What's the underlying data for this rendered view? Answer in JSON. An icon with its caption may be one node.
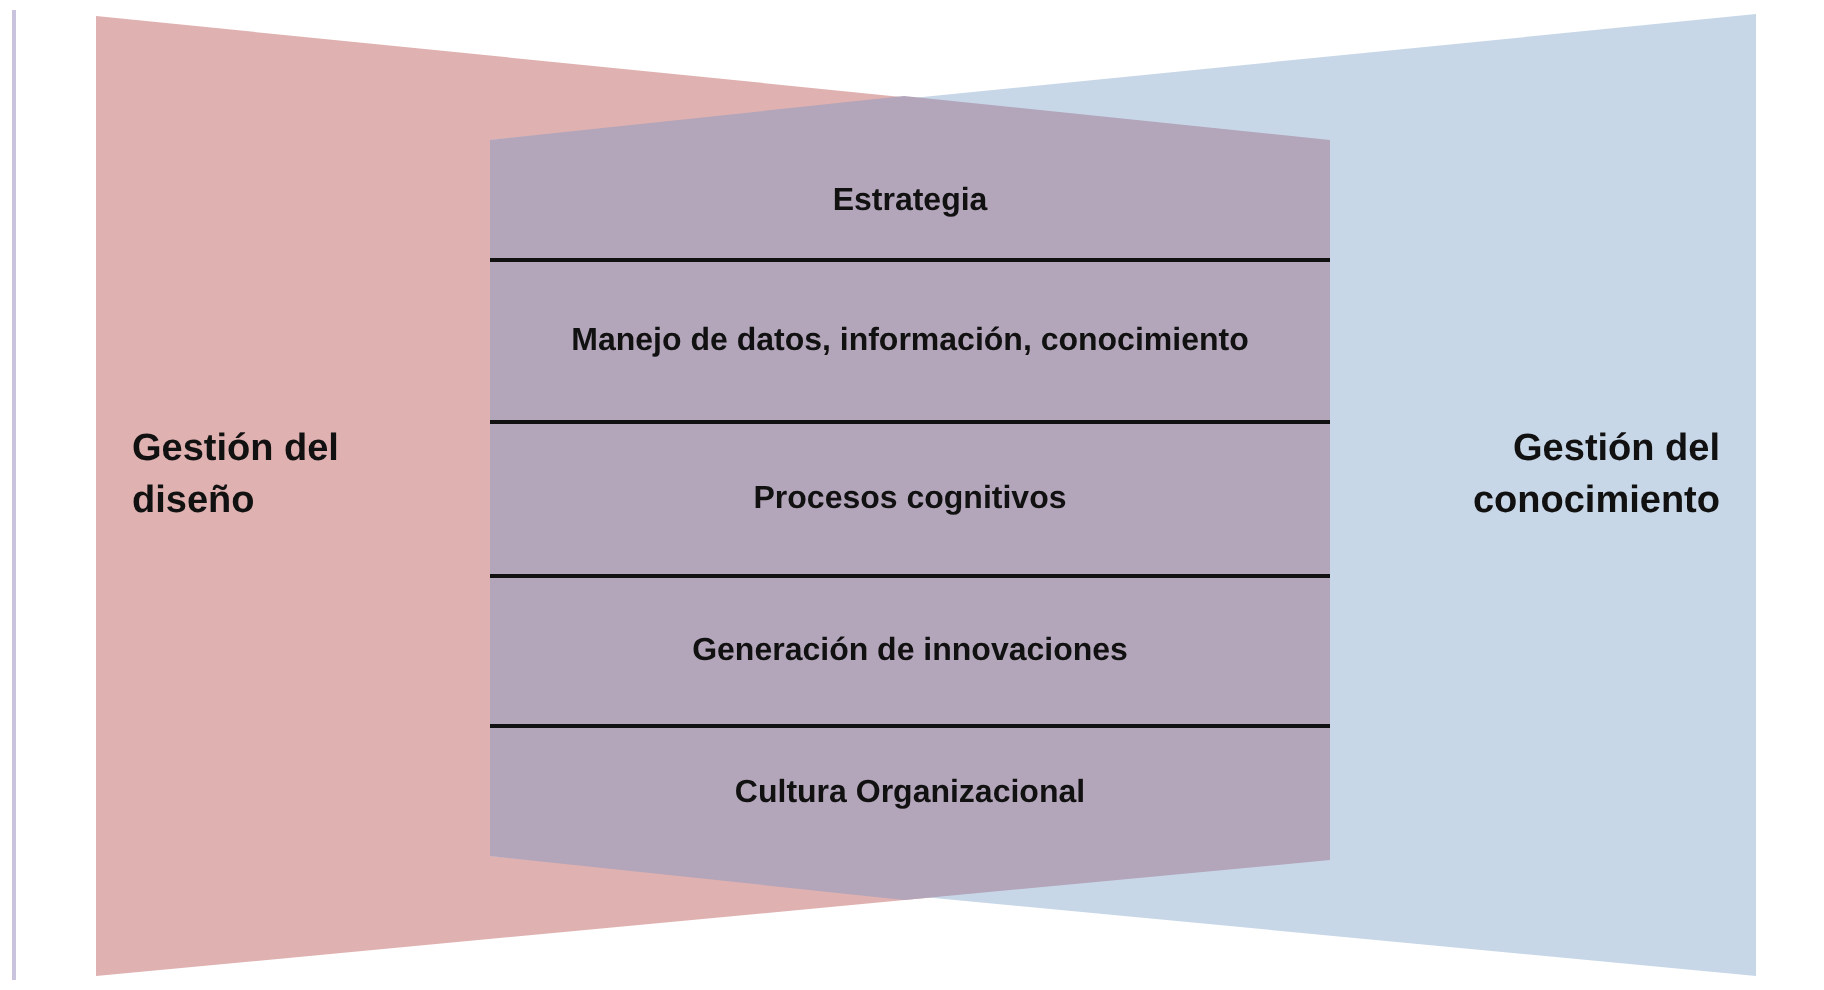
{
  "diagram": {
    "nodes": [
      {
        "text": [
          "Gestión del diseño"
        ]
      },
      {
        "text": [
          "Gestión del conocimiento"
        ]
      },
      {
        "text": [
          "Estrategia"
        ]
      },
      {
        "text": [
          "Manejo de datos, información, conocimiento"
        ]
      },
      {
        "text": [
          "Procesos cognitivos"
        ]
      },
      {
        "text": [
          "Generación de innovaciones"
        ]
      },
      {
        "text": [
          "Cultura Organizacional"
        ]
      }
    ]
  }
}
